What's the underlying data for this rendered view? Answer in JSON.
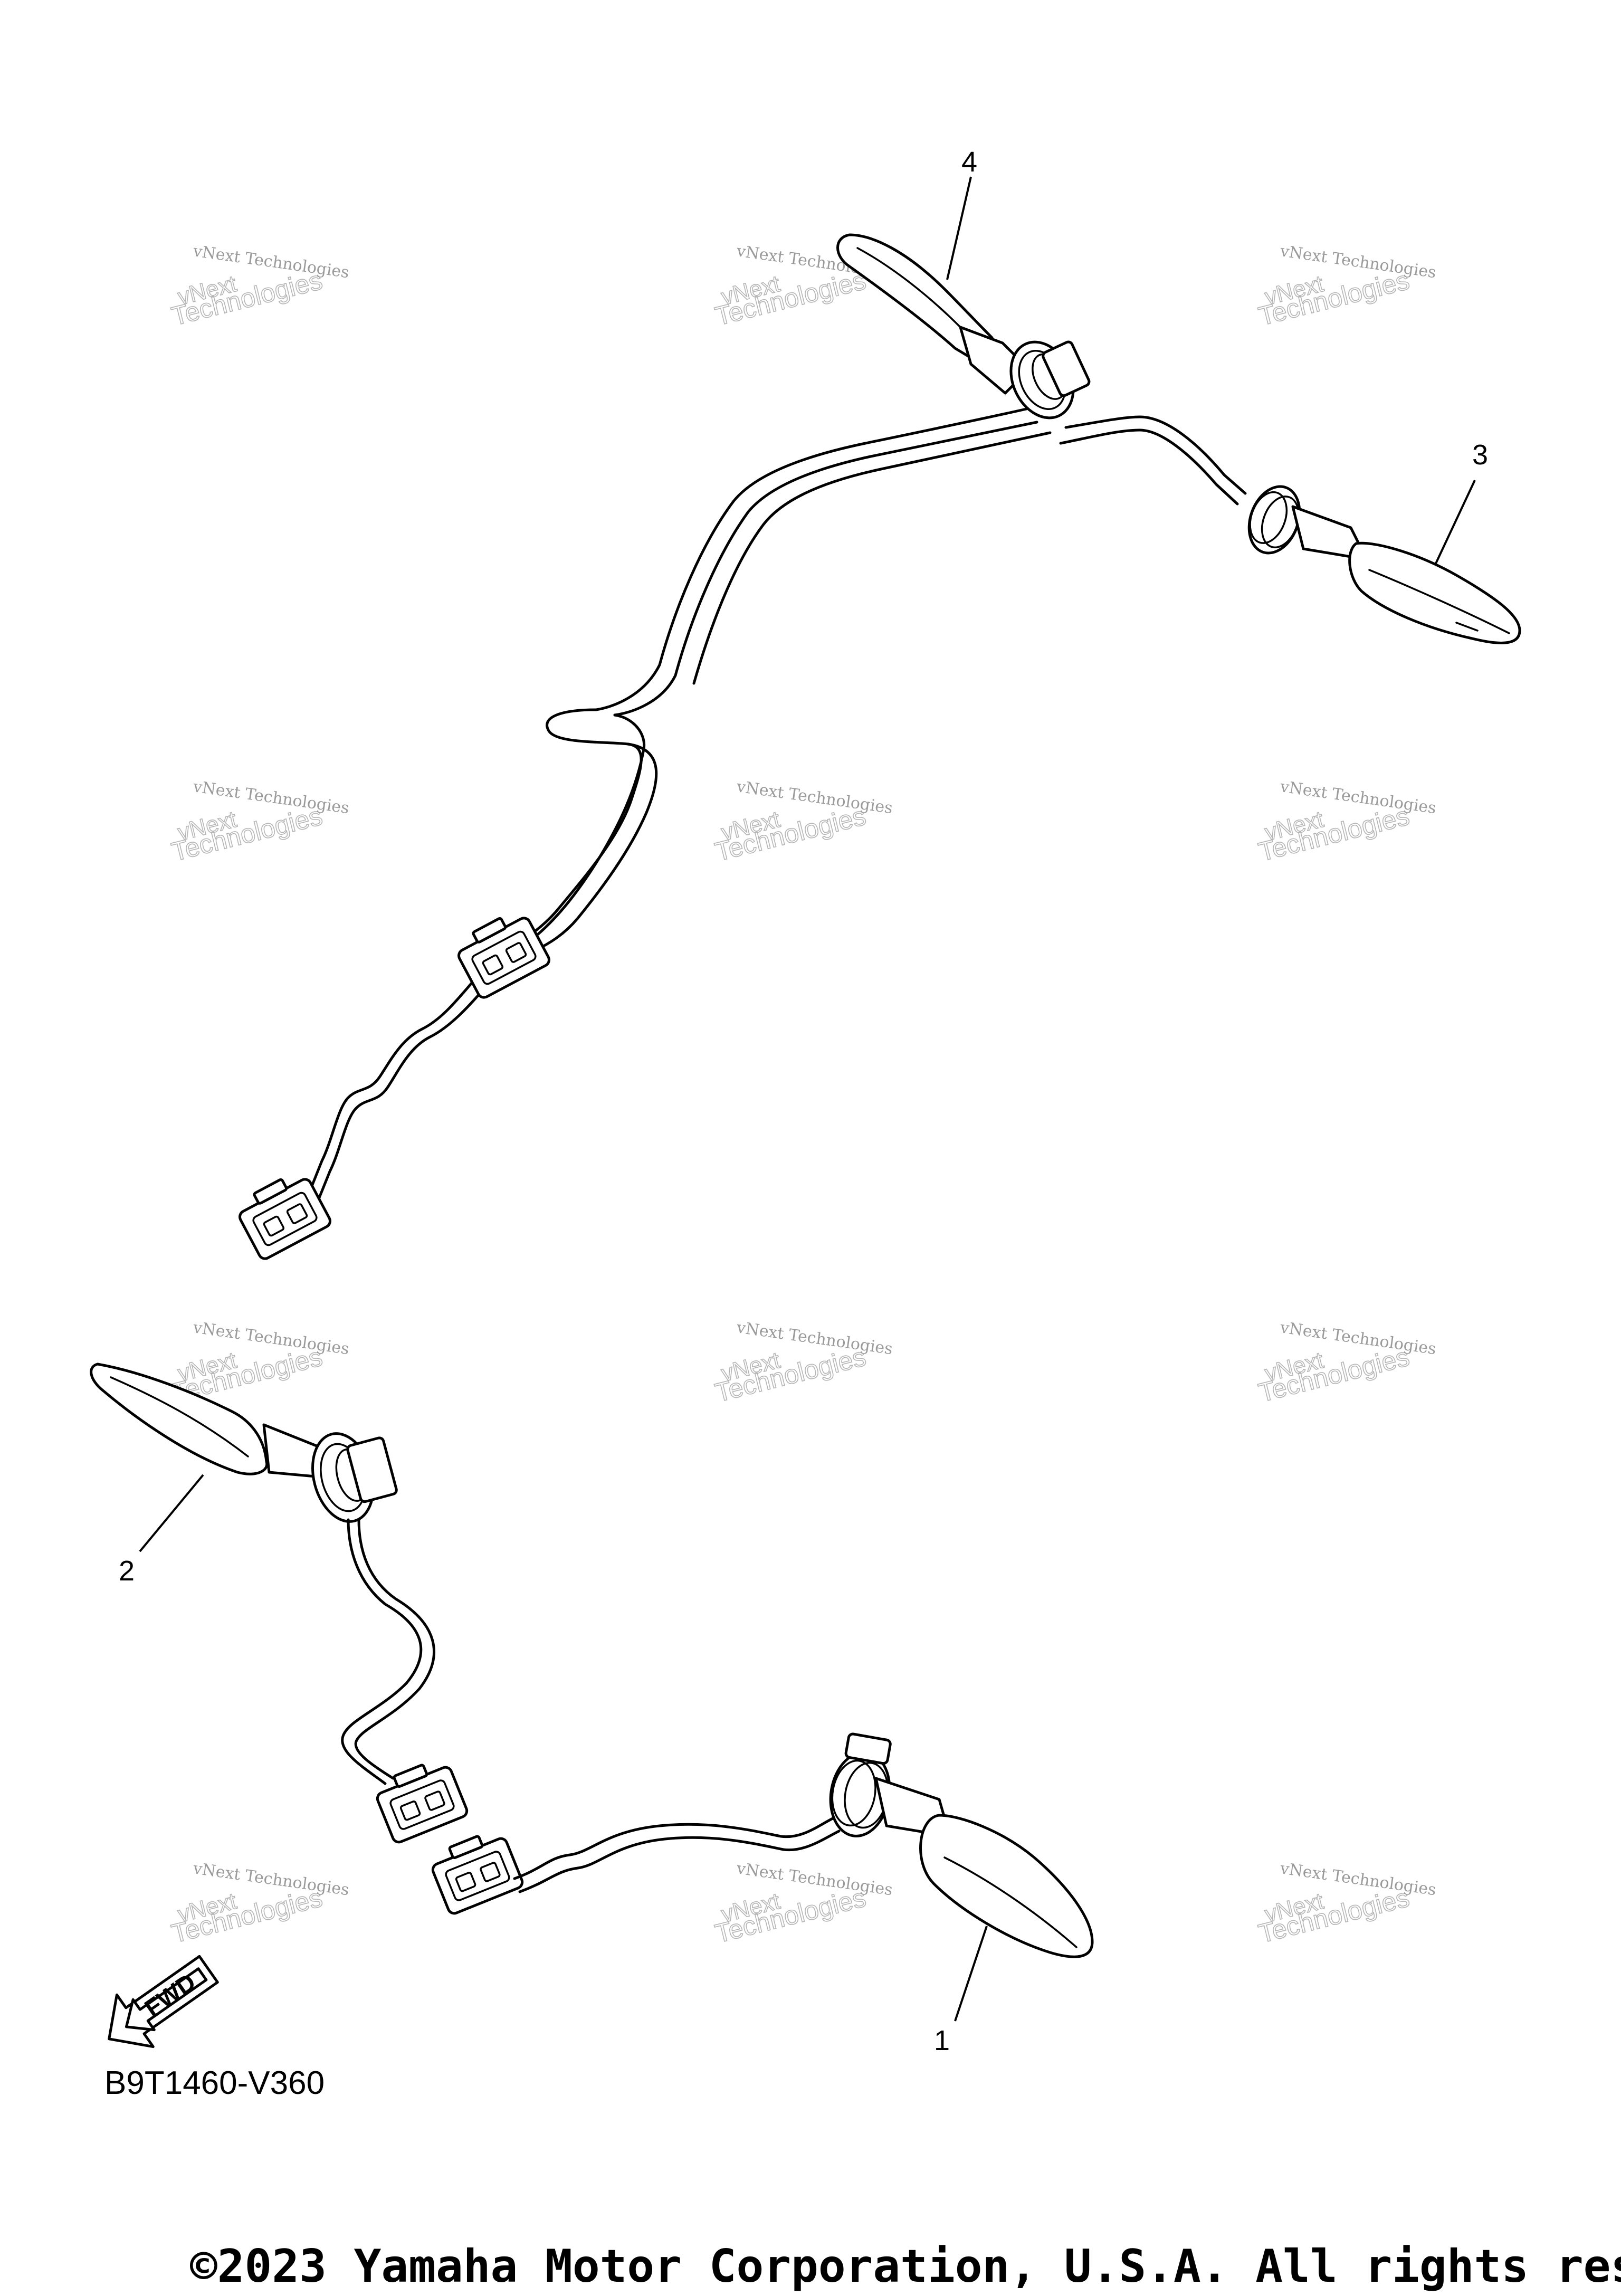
{
  "watermark": {
    "small": "vNext Technologies",
    "large_top": "vNext",
    "large_bottom": "Technologies"
  },
  "callouts": [
    "1",
    "2",
    "3",
    "4"
  ],
  "fwd_label": "FWD",
  "diagram_code": "B9T1460-V360",
  "copyright": "©2023 Yamaha Motor Corporation, U.S.A. All rights res"
}
